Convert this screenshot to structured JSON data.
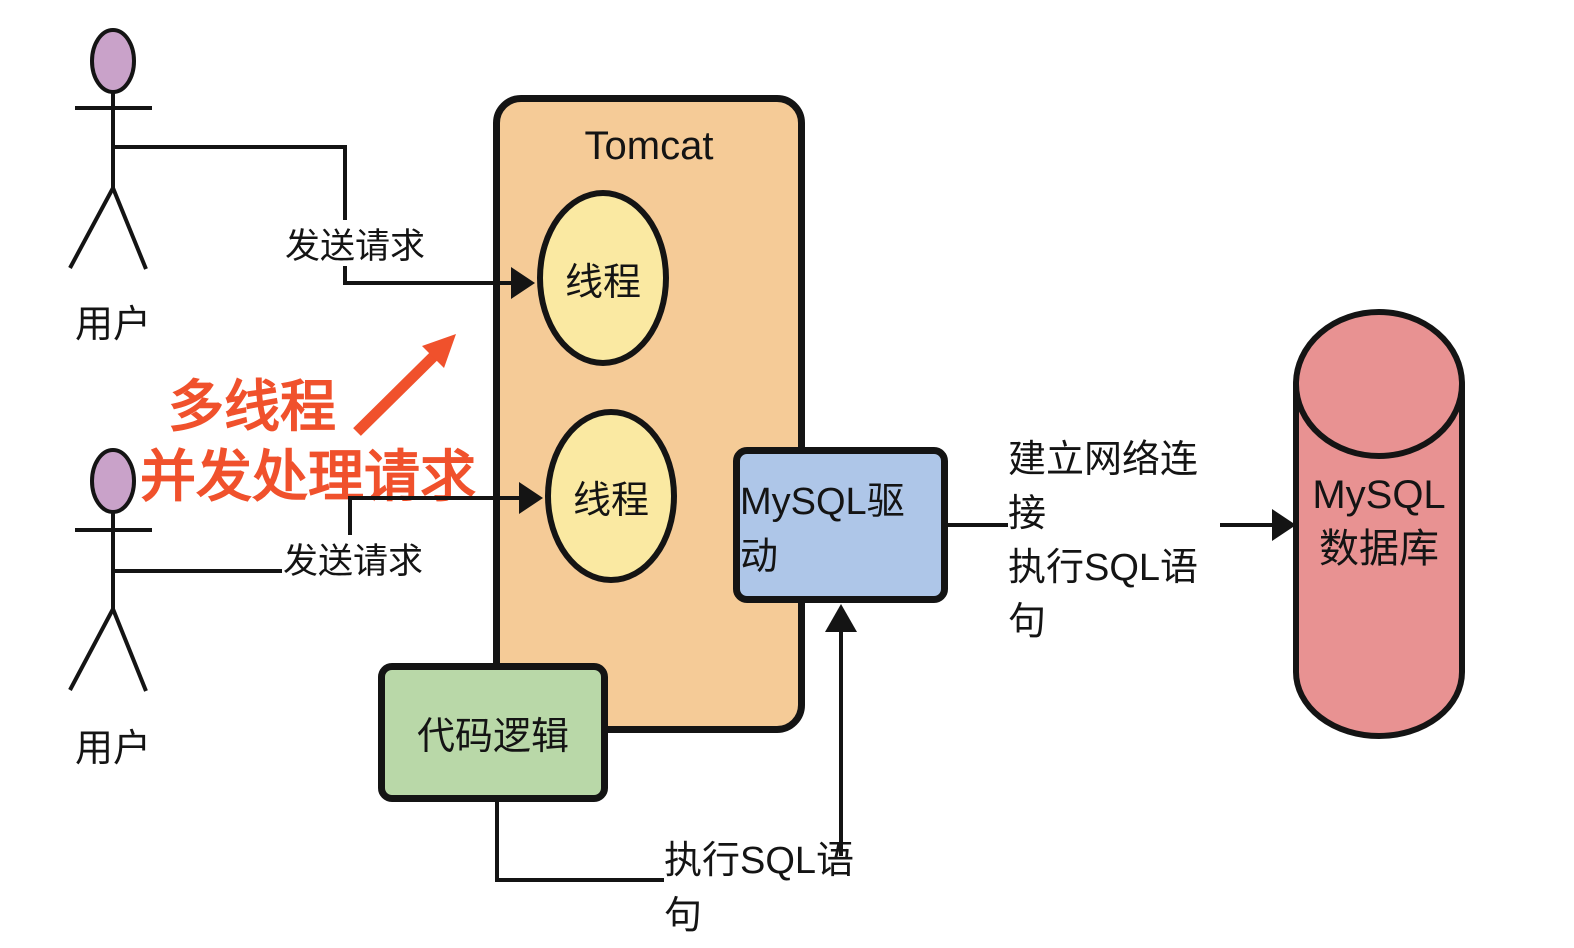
{
  "diagram": {
    "background": "#ffffff",
    "colors": {
      "line": "#141414",
      "tomcat_fill": "#F5CB97",
      "thread_fill": "#FAE9A2",
      "driver_fill": "#AEC6E8",
      "logic_fill": "#B9D8A8",
      "database_fill": "#E89292",
      "actor_head_fill": "#C9A2C9",
      "accent_red": "#F0512C"
    },
    "actors": [
      {
        "label": "用户"
      },
      {
        "label": "用户"
      }
    ],
    "tomcat": {
      "title": "Tomcat",
      "threads": [
        "线程",
        "线程"
      ]
    },
    "driver": {
      "label": "MySQL驱动"
    },
    "logic": {
      "label": "代码逻辑"
    },
    "database": {
      "line1": "MySQL",
      "line2": "数据库"
    },
    "edges": {
      "send_request_1": "发送请求",
      "send_request_2": "发送请求",
      "note_line1": "多线程",
      "note_line2": "并发处理请求",
      "net_line1": "建立网络连接",
      "net_line2": "执行SQL语句",
      "exec_sql": "执行SQL语句"
    }
  }
}
